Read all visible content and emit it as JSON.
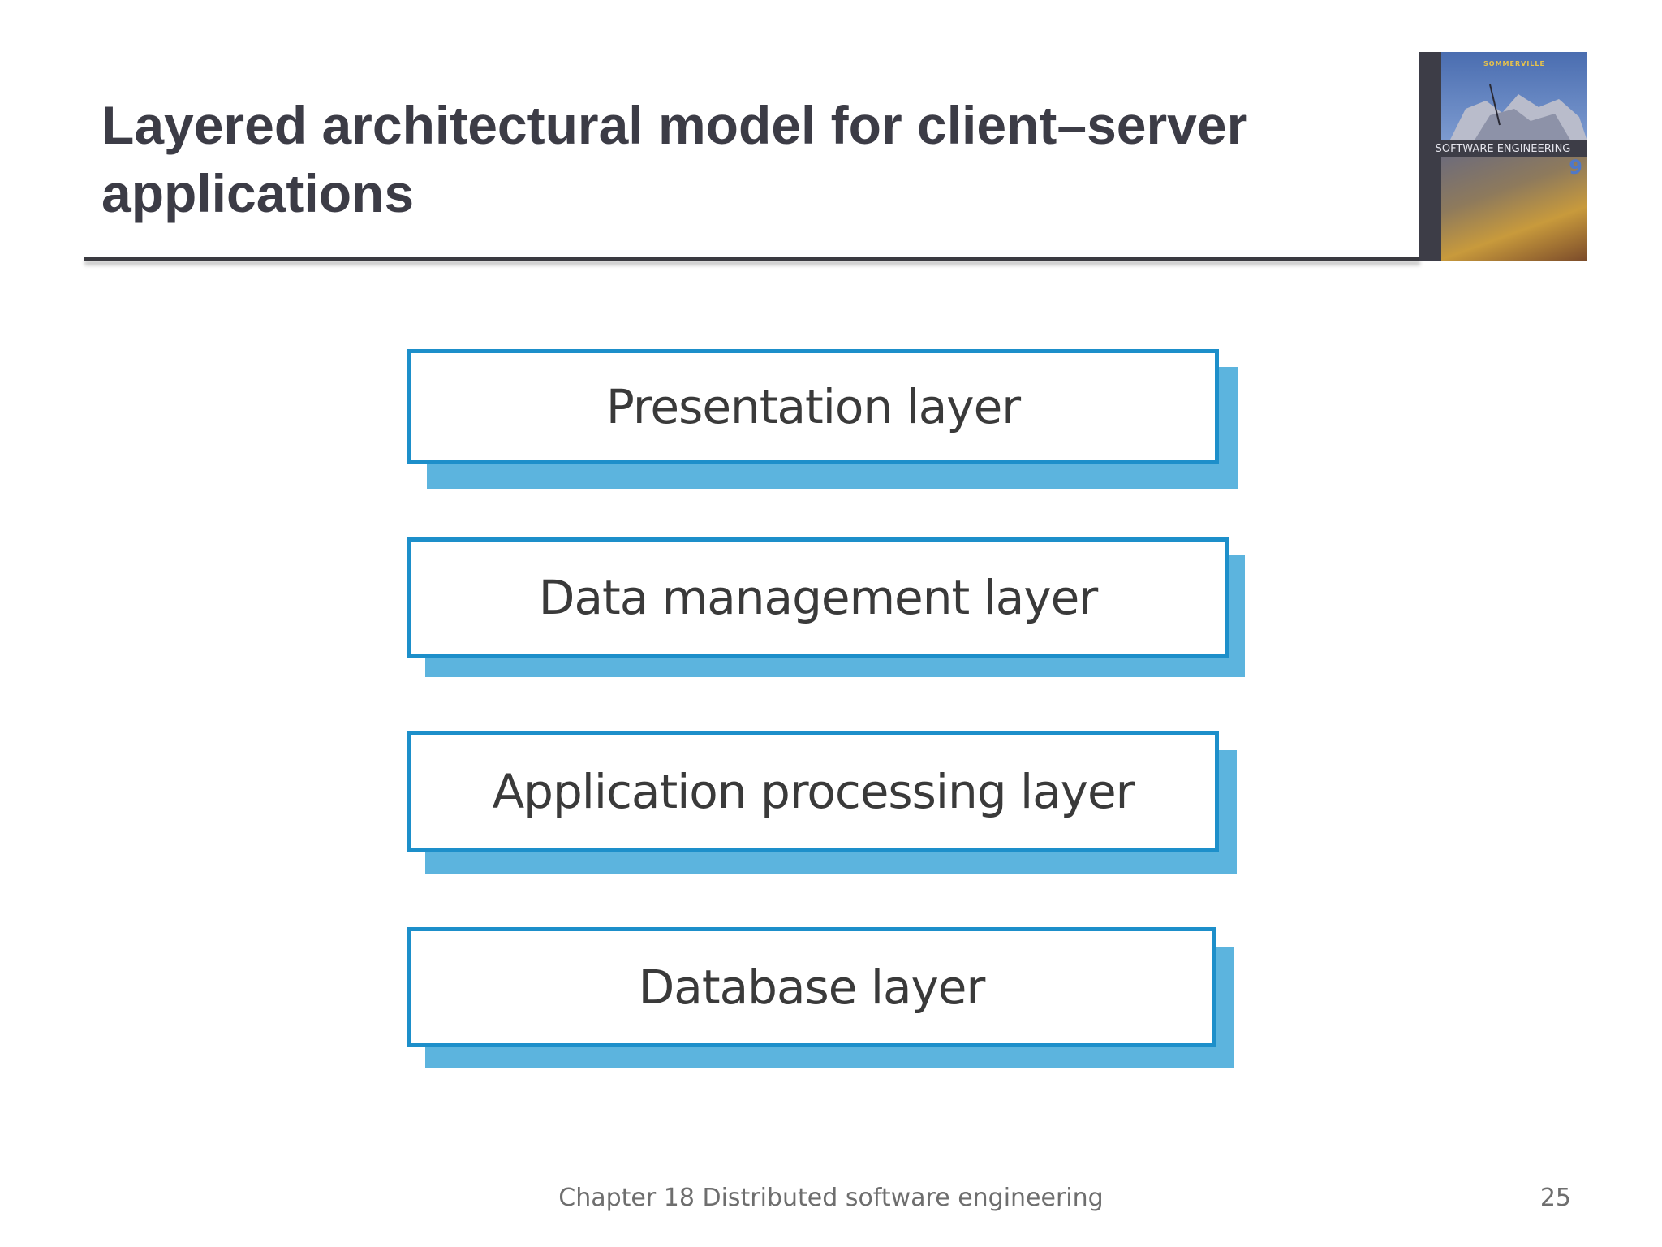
{
  "slide": {
    "title": "Layered architectural model for client–server applications",
    "footer": "Chapter 18 Distributed software engineering",
    "page_number": "25"
  },
  "book_cover": {
    "author": "SOMMERVILLE",
    "title": "SOFTWARE ENGINEERING",
    "edition": "9"
  },
  "diagram": {
    "layers": [
      "Presentation layer",
      "Data management layer",
      "Application processing layer",
      "Database layer"
    ],
    "colors": {
      "border": "#1d8fca",
      "shadow": "#5cb4de",
      "text": "#3a3a3a"
    }
  }
}
